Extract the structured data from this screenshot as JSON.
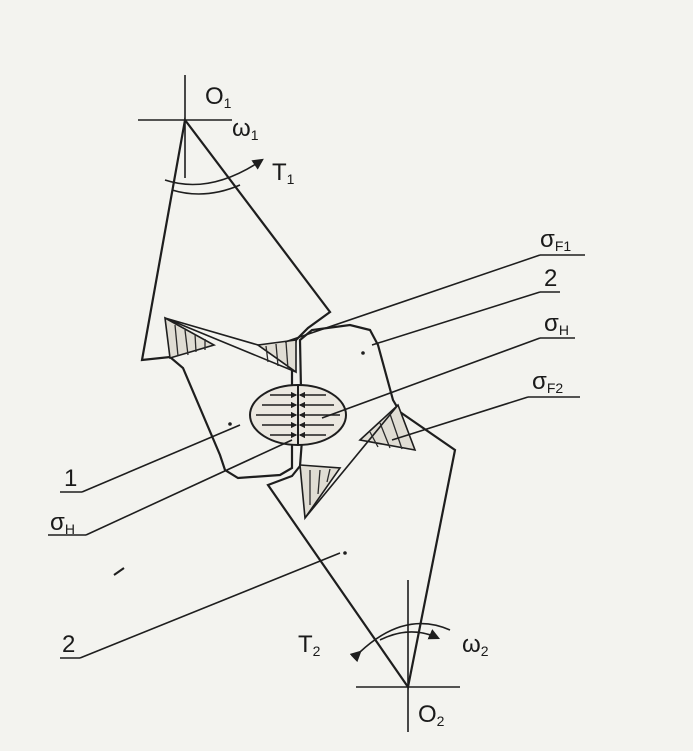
{
  "labels": {
    "o1": "O",
    "o1_sub": "1",
    "o2": "O",
    "o2_sub": "2",
    "omega1": "ω",
    "omega1_sub": "1",
    "omega2": "ω",
    "omega2_sub": "2",
    "t1": "T",
    "t1_sub": "1",
    "t2": "T",
    "t2_sub": "2",
    "sigma_f1": "σ",
    "sigma_f1_sub": "F1",
    "sigma_f2": "σ",
    "sigma_f2_sub": "F2",
    "sigma_h_right": "σ",
    "sigma_h_right_sub": "H",
    "sigma_h_left": "σ",
    "sigma_h_left_sub": "H",
    "part_1": "1",
    "part_2_top": "2",
    "part_2_bottom": "2"
  }
}
